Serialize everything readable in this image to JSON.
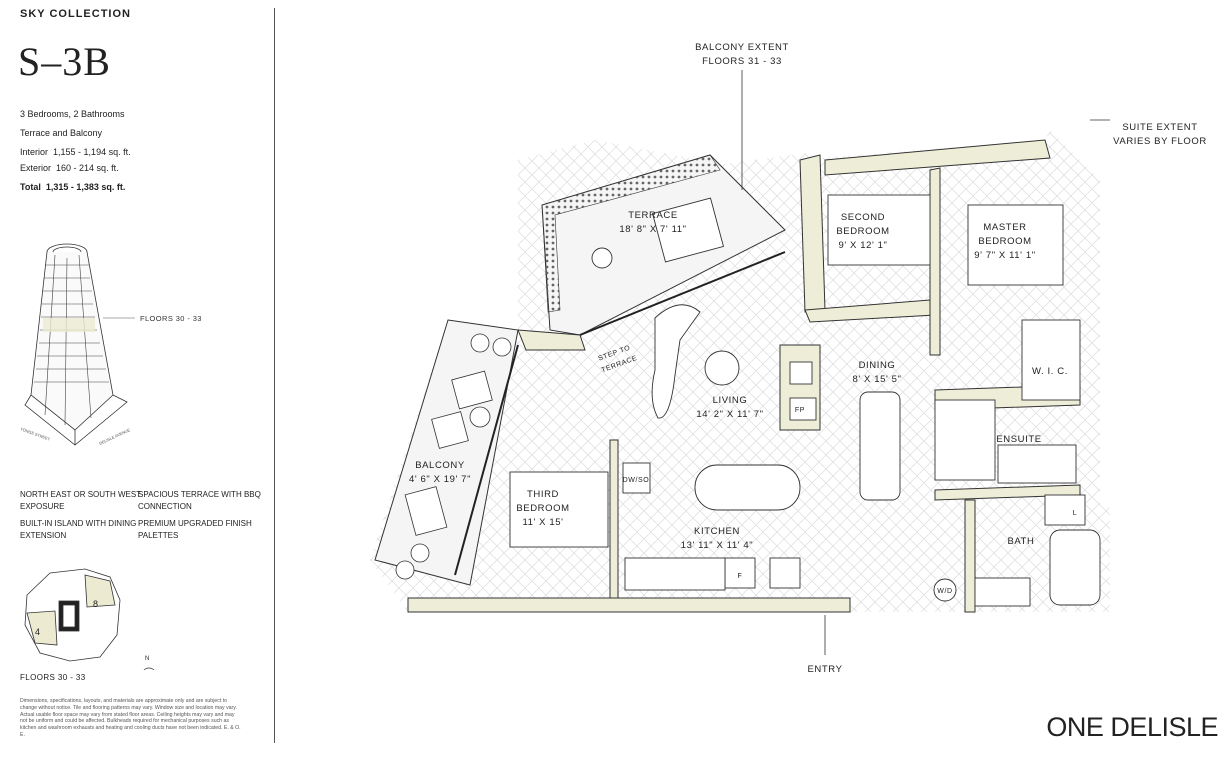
{
  "header": {
    "collection": "SKY COLLECTION",
    "suite_name": "S–3B"
  },
  "specs": {
    "bedrooms": "3 Bedrooms, 2 Bathrooms",
    "outdoor": "Terrace and Balcony",
    "interior_label": "Interior",
    "interior_value": "1,155 - 1,194 sq. ft.",
    "exterior_label": "Exterior",
    "exterior_value": "160 - 214 sq. ft.",
    "total_label": "Total",
    "total_value": "1,315 - 1,383 sq. ft."
  },
  "tower": {
    "floors_label": "FLOORS 30 - 33",
    "street_1": "YONGE STREET",
    "street_2": "DELISLE AVENUE"
  },
  "features": [
    "NORTH EAST OR SOUTH WEST EXPOSURE",
    "SPACIOUS TERRACE WITH BBQ CONNECTION",
    "BUILT-IN ISLAND WITH DINING EXTENSION",
    "PREMIUM UPGRADED FINISH PALETTES"
  ],
  "keyplan": {
    "unit_a": "8",
    "unit_b": "4",
    "north": "N",
    "floors_label": "FLOORS 30 - 33"
  },
  "disclaimer": "Dimensions, specifications, layouts, and materials are approximate only and are subject to change without notice. Tile and flooring patterns may vary. Window size and location may vary. Actual usable floor space may vary from stated floor areas. Ceiling heights may vary and may not be uniform and could be affected. Bulkheads required for mechanical purposes such as kitchen and washroom exhausts and heating and cooling ducts have not been indicated. E. & O. E.",
  "plan": {
    "balcony_extent": "BALCONY EXTENT",
    "balcony_extent_floors": "FLOORS 31 - 33",
    "suite_extent": "SUITE EXTENT",
    "suite_extent_2": "VARIES BY FLOOR",
    "terrace": "TERRACE",
    "terrace_dim": "18' 8\" X 7' 11\"",
    "second_bedroom_1": "SECOND",
    "second_bedroom_2": "BEDROOM",
    "second_bedroom_dim": "9' X 12' 1\"",
    "master_bedroom_1": "MASTER",
    "master_bedroom_2": "BEDROOM",
    "master_bedroom_dim": "9' 7\" X 11' 1\"",
    "step_1": "STEP TO",
    "step_2": "TERRACE",
    "living": "LIVING",
    "living_dim": "14' 2\" X 11' 7\"",
    "dining": "DINING",
    "dining_dim": "8' X 15' 5\"",
    "wic": "W. I. C.",
    "ensuite": "ENSUITE",
    "fp": "FP",
    "balcony": "BALCONY",
    "balcony_dim": "4' 6\" X 19' 7\"",
    "third_bedroom_1": "THIRD",
    "third_bedroom_2": "BEDROOM",
    "third_bedroom_dim": "11' X 15'",
    "dwso": "DW/SO",
    "kitchen": "KITCHEN",
    "kitchen_dim": "13' 11\" X 11' 4\"",
    "f": "F",
    "bath": "BATH",
    "l": "L",
    "wd": "W/D",
    "entry": "ENTRY"
  },
  "brand": "ONE DELISLE",
  "colors": {
    "wall_fill": "#eeeed8",
    "wall_line": "#333333",
    "floor_pattern": "#d8d8d8",
    "unit_highlight": "#ecebd2"
  }
}
